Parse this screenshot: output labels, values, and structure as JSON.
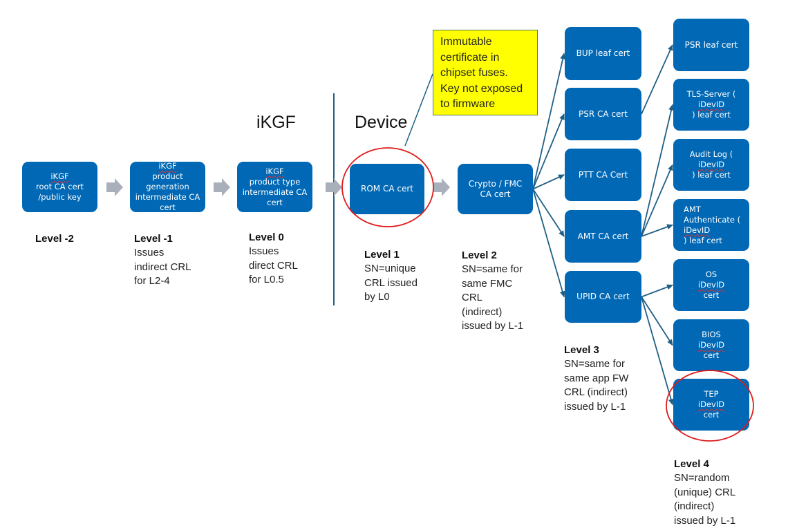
{
  "sections": {
    "ikgf": "iKGF",
    "device": "Device"
  },
  "note": {
    "text": "Immutable\ncertificate in\nchipset fuses.\nKey not exposed\nto firmware"
  },
  "colors": {
    "box": "#0068b5",
    "connector": "#1f5f86",
    "block_arrow": "#a9b0bb",
    "highlight_circle": "#e01b1b",
    "note_bg": "#ffff00",
    "divider": "#1f5f86"
  },
  "nodes": {
    "root": {
      "pre": "",
      "squig": "iKGF",
      "post": " root CA cert /public key"
    },
    "gen": {
      "pre": "",
      "squig": "iKGF",
      "post": " product generation intermediate CA cert"
    },
    "type": {
      "pre": "",
      "squig": "iKGF",
      "post": " product type intermediate CA cert"
    },
    "rom": {
      "label": "ROM CA cert"
    },
    "fmc": {
      "label": "Crypto / FMC CA cert"
    },
    "bup": {
      "label": "BUP leaf cert"
    },
    "psr_ca": {
      "label": "PSR CA cert"
    },
    "ptt": {
      "label": "PTT CA Cert"
    },
    "amt_ca": {
      "label": "AMT CA cert"
    },
    "upid": {
      "label": "UPID CA cert"
    },
    "psr_leaf": {
      "label": "PSR leaf cert"
    },
    "tls": {
      "pre": "TLS-Server (",
      "squig": "iDevID",
      "post": ") leaf cert"
    },
    "audit": {
      "pre": "Audit Log (",
      "squig": "iDevID",
      "post": ") leaf cert"
    },
    "amt_auth": {
      "pre": "AMT Authenticate (",
      "squig": "iDevID",
      "post": ") leaf cert"
    },
    "os": {
      "pre": "OS ",
      "squig": "iDevID",
      "post": " cert"
    },
    "bios": {
      "pre": "BIOS ",
      "squig": "iDevID",
      "post": " cert"
    },
    "tep": {
      "pre": "TEP ",
      "squig": "iDevID",
      "post": " cert"
    }
  },
  "levels": [
    {
      "id": "lm2",
      "title": "Level -2",
      "desc": ""
    },
    {
      "id": "lm1",
      "title": "Level -1",
      "desc": "Issues\nindirect CRL\nfor L2-4"
    },
    {
      "id": "l0",
      "title": "Level 0",
      "desc": "Issues\ndirect CRL\nfor L0.5"
    },
    {
      "id": "l1",
      "title": "Level 1",
      "desc": "SN=unique\nCRL issued\nby L0"
    },
    {
      "id": "l2",
      "title": "Level 2",
      "desc": "SN=same for\nsame FMC\nCRL\n(indirect)\nissued by L-1"
    },
    {
      "id": "l3",
      "title": "Level 3",
      "desc": "SN=same for\nsame app FW\nCRL (indirect)\nissued by L-1"
    },
    {
      "id": "l4",
      "title": "Level 4",
      "desc": "SN=random\n(unique) CRL\n(indirect)\nissued by L-1"
    }
  ],
  "edges": [
    {
      "from": "root",
      "to": "gen",
      "style": "block"
    },
    {
      "from": "gen",
      "to": "type",
      "style": "block"
    },
    {
      "from": "type",
      "to": "rom",
      "style": "block"
    },
    {
      "from": "rom",
      "to": "fmc",
      "style": "block"
    },
    {
      "from": "fmc",
      "to": "bup",
      "style": "line"
    },
    {
      "from": "fmc",
      "to": "psr_ca",
      "style": "line"
    },
    {
      "from": "fmc",
      "to": "ptt",
      "style": "line"
    },
    {
      "from": "fmc",
      "to": "amt_ca",
      "style": "line"
    },
    {
      "from": "fmc",
      "to": "upid",
      "style": "line"
    },
    {
      "from": "psr_ca",
      "to": "psr_leaf",
      "style": "line"
    },
    {
      "from": "amt_ca",
      "to": "tls",
      "style": "line"
    },
    {
      "from": "amt_ca",
      "to": "audit",
      "style": "line"
    },
    {
      "from": "amt_ca",
      "to": "amt_auth",
      "style": "line"
    },
    {
      "from": "upid",
      "to": "os",
      "style": "line"
    },
    {
      "from": "upid",
      "to": "bios",
      "style": "line"
    },
    {
      "from": "upid",
      "to": "tep",
      "style": "line"
    }
  ],
  "highlighted": [
    "rom",
    "tep"
  ]
}
